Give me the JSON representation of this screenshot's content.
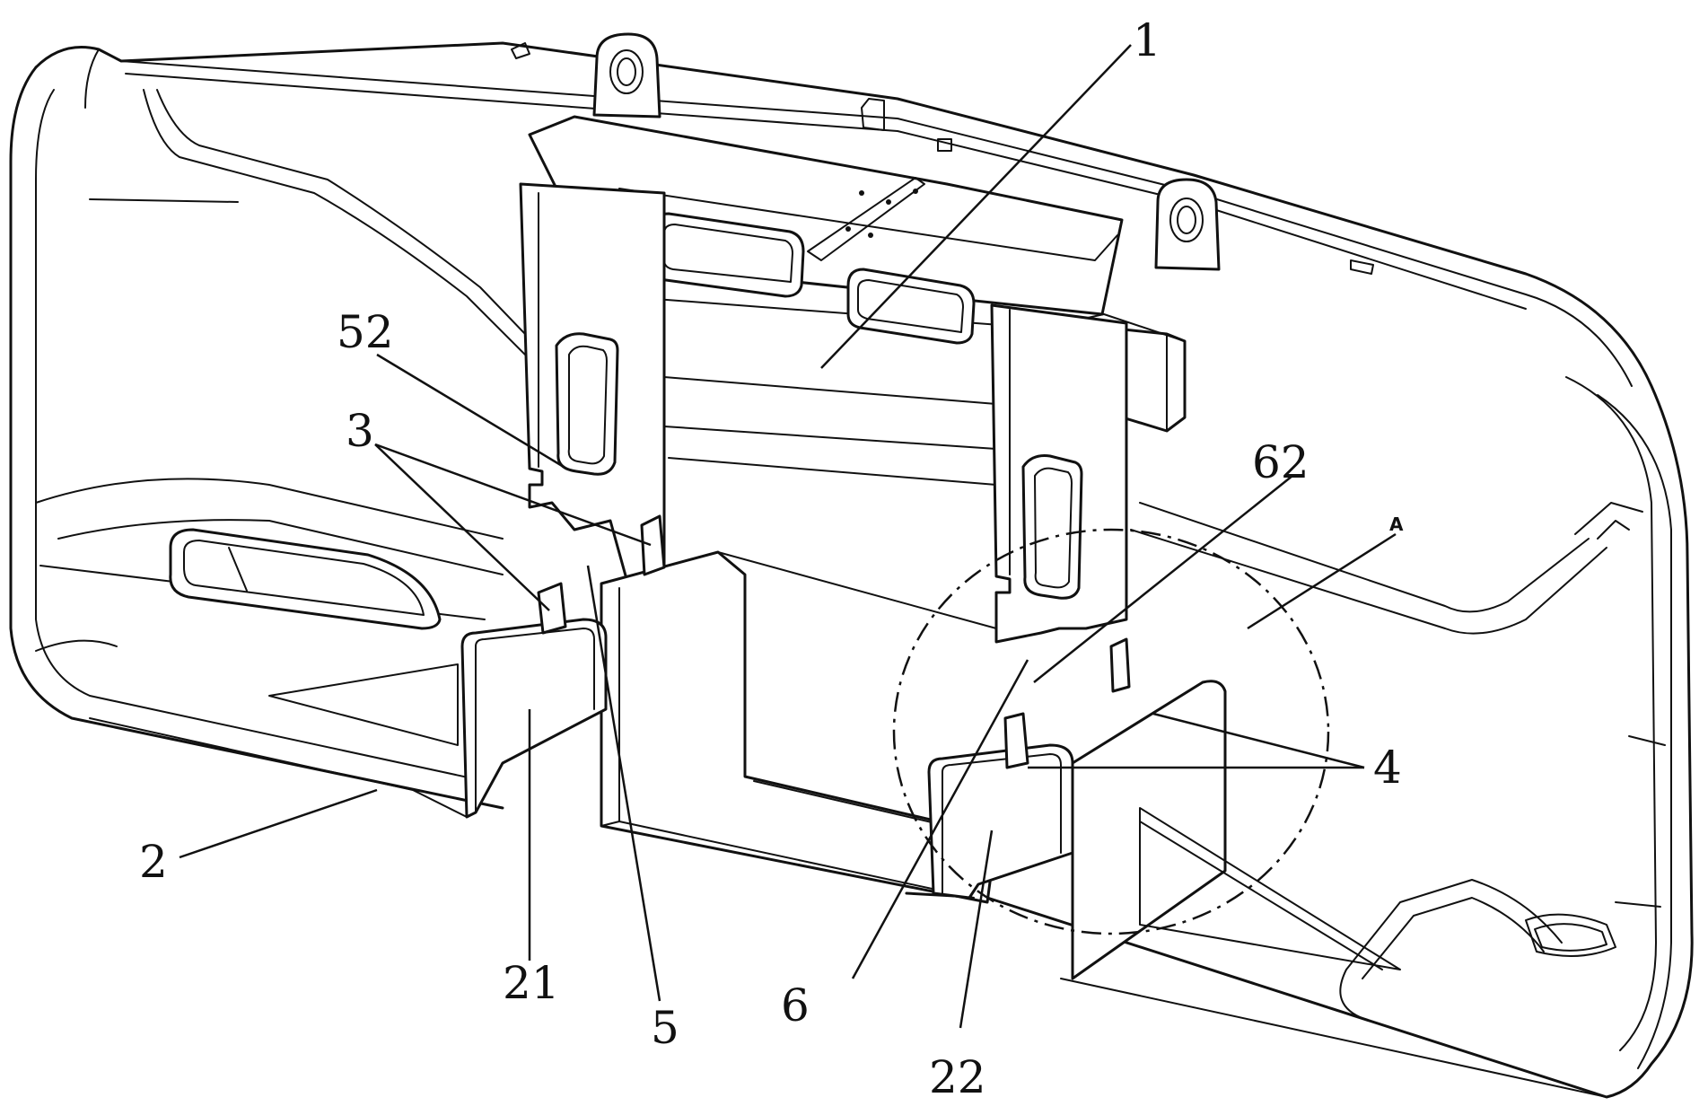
{
  "labels": {
    "l1": "1",
    "l2": "2",
    "l3": "3",
    "l4": "4",
    "l5": "5",
    "l6": "6",
    "l21": "21",
    "l22": "22",
    "l52": "52",
    "l62": "62",
    "lA": "A"
  }
}
